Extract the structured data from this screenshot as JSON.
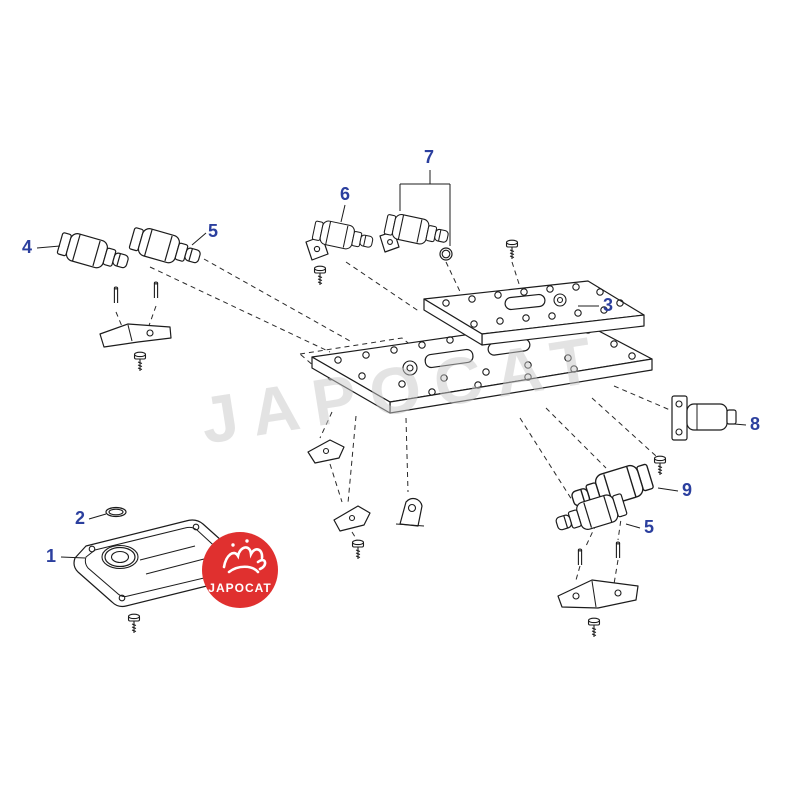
{
  "diagram": {
    "background": "#ffffff",
    "line_color": "#1c1c1c",
    "callout_color": "#2b3f9e",
    "callouts": [
      {
        "label": "4"
      },
      {
        "label": "5"
      },
      {
        "label": "6"
      },
      {
        "label": "7"
      },
      {
        "label": "3"
      },
      {
        "label": "8"
      },
      {
        "label": "9"
      },
      {
        "label": "5"
      },
      {
        "label": "2"
      },
      {
        "label": "1"
      }
    ],
    "watermark": {
      "text": "JAPOCAT",
      "color": "#c9c9c9"
    },
    "logo": {
      "text": "JAPOCAT",
      "background": "#e0302f",
      "text_color": "#ffffff"
    }
  }
}
